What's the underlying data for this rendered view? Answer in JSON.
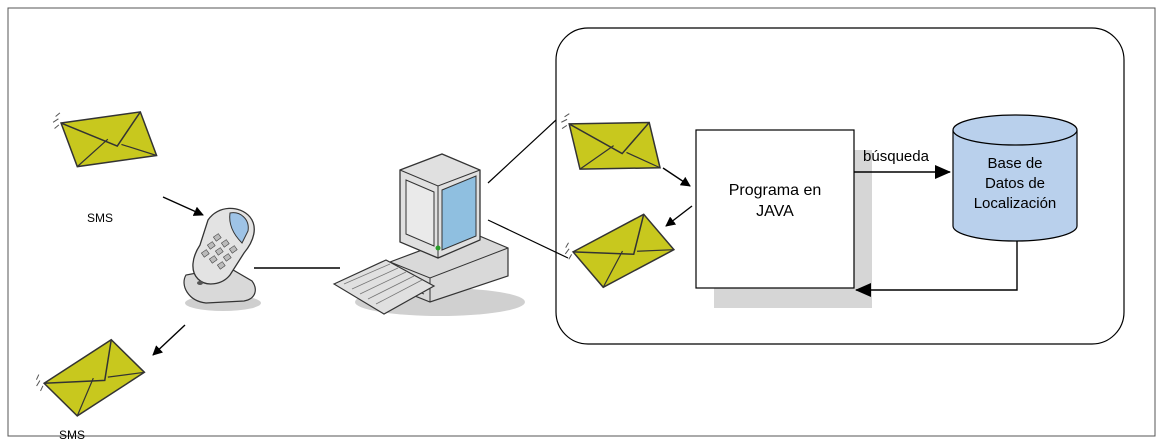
{
  "diagram": {
    "sms_label_top": "SMS",
    "sms_label_bottom": "SMS",
    "program_line1": "Programa en",
    "program_line2": "JAVA",
    "edge_label_search": "búsqueda",
    "db_line1": "Base de",
    "db_line2": "Datos de",
    "db_line3": "Localización"
  },
  "colors": {
    "envelope": "#c8c81e",
    "db_fill": "#b9d0ec",
    "shadow": "#d6d6d6",
    "device": "#d9d9d9"
  },
  "icons": [
    "envelope-icon",
    "mobile-phone-icon",
    "desktop-computer-icon",
    "database-icon"
  ]
}
